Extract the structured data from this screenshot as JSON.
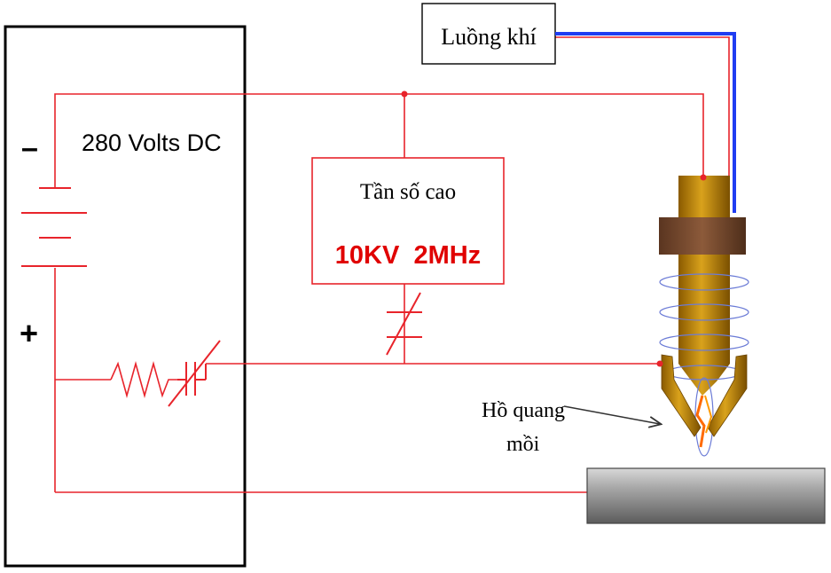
{
  "labels": {
    "power_supply": "280 Volts DC",
    "negative": "–",
    "positive": "+",
    "gas_flow": "Luồng khí",
    "high_freq_title": "Tần số cao",
    "high_freq_spec": "10KV  2MHz",
    "pilot_arc_line1": "Hồ quang",
    "pilot_arc_line2": "mồi"
  },
  "colors": {
    "wire": "#e8242b",
    "gas_line": "#1f3df2",
    "spec_text": "#e00000",
    "frame": "#000000",
    "torch_body": "#b8860b",
    "torch_band": "#7a4a2a",
    "workpiece": "#9a9a9a"
  }
}
